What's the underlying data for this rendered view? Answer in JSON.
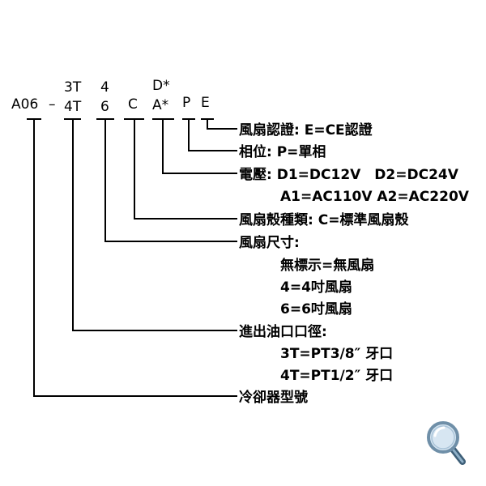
{
  "code": {
    "prefix": "A06",
    "dash": "–",
    "size_top": "3T",
    "size_bottom": "4T",
    "fan_top": "4",
    "fan_bottom": "6",
    "case": "C",
    "voltage_top": "D*",
    "voltage_bottom": "A*",
    "phase": "P",
    "cert": "E"
  },
  "labels": {
    "cert": "風扇認證: E=CE認證",
    "phase": "相位: P=單相",
    "voltage_1": "電壓: D1=DC12V　D2=DC24V",
    "voltage_2": "A1=AC110V  A2=AC220V",
    "case": "風扇殼種類: C=標準風扇殼",
    "fan_title": "風扇尺寸:",
    "fan_1": "無標示=無風扇",
    "fan_2": "4=4吋風扇",
    "fan_3": "6=6吋風扇",
    "port_title": "進出油口口徑:",
    "port_1": "3T=PT3/8″ 牙口",
    "port_2": "4T=PT1/2″ 牙口",
    "model": "冷卻器型號"
  },
  "icons": {
    "zoom": "magnifier-icon"
  },
  "colors": {
    "line": "#000000",
    "magnifier_rim": "#6f8fa8",
    "magnifier_glass": "#d7e6f2",
    "magnifier_handle": "#3e5f78"
  }
}
